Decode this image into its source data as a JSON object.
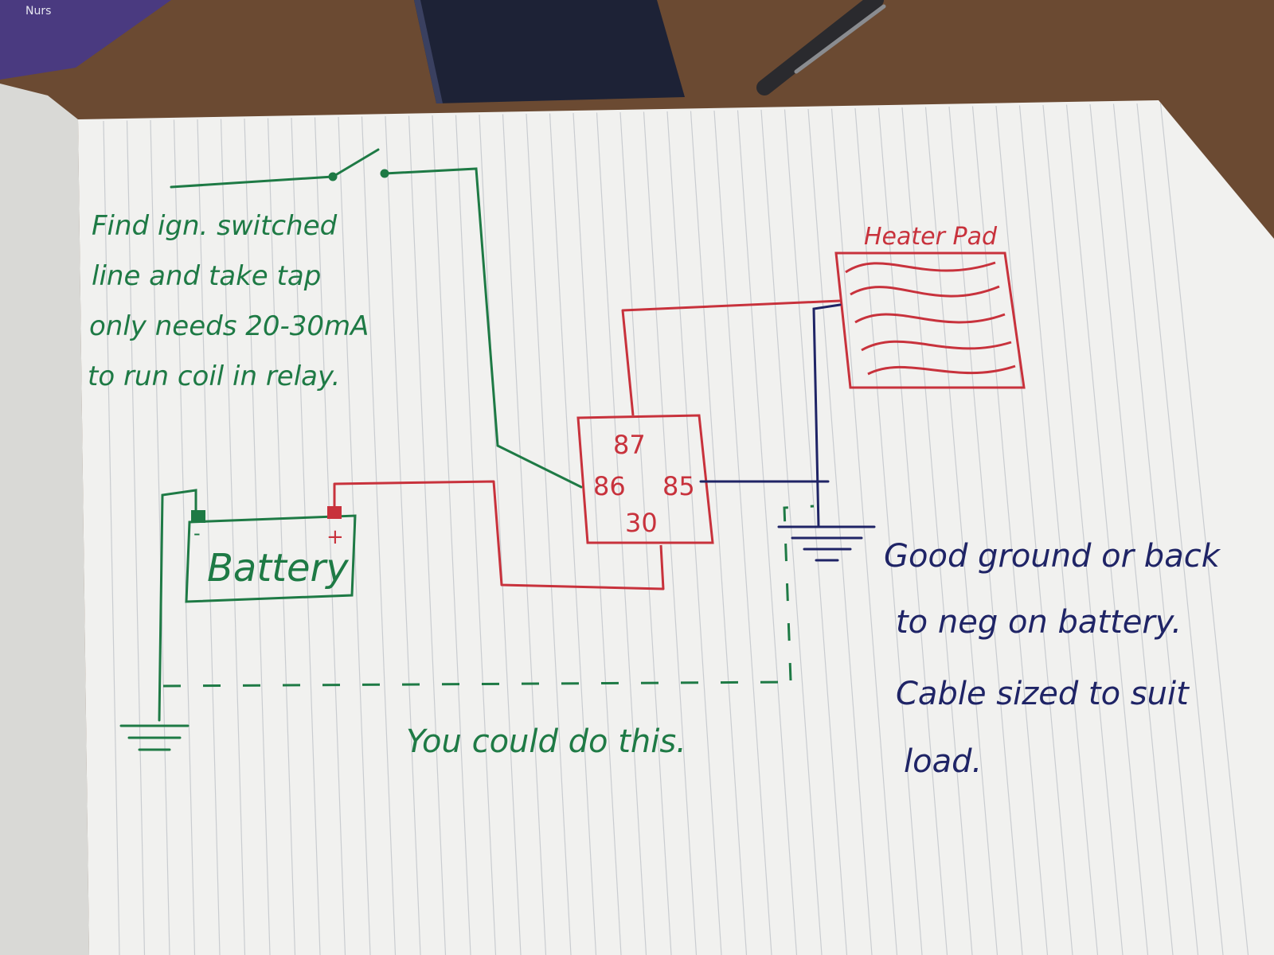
{
  "book_cover_text": "Nurs",
  "notes": {
    "ignition": [
      "Find ign. switched",
      "line and take tap",
      "only needs 20-30mA",
      "to run coil in relay."
    ],
    "ground": [
      "Good ground or back",
      "to neg on battery.",
      "Cable sized to suit",
      "load."
    ],
    "alternative": "You could do this."
  },
  "heater": {
    "label": "Heater Pad"
  },
  "relay": {
    "pin_87": "87",
    "pin_86": "86",
    "pin_85": "85",
    "pin_30": "30"
  },
  "battery": {
    "label": "Battery",
    "neg": "-",
    "pos": "+"
  },
  "colors": {
    "green_ink": "#1e7a45",
    "red_ink": "#c8323c",
    "navy_ink": "#1f2466",
    "paper": "#f1f1ef",
    "paper_lines": "#c9ccd0",
    "desk": "#6b4a32"
  }
}
